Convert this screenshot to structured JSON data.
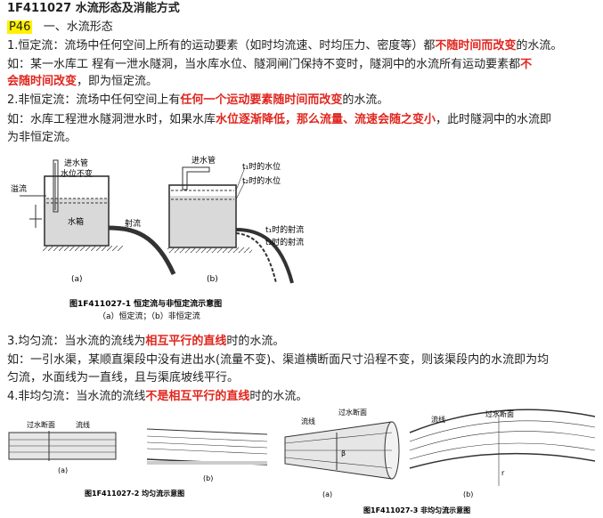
{
  "doc": {
    "title": "1F411027 水流形态及消能方式",
    "page_ref": "P46",
    "section": "一、水流形态",
    "p1_a": "1.恒定流：流场中任何空间上所有的运动要素（如时均流速、时均压力、密度等）都",
    "p1_red": "不随时间而改变",
    "p1_b": "的水流。",
    "p2_a": "如：某一水库工 程有一泄水隧洞，当水库水位、隧洞闸门保持不变时，隧洞中的水流所有运动要素都",
    "p2_red1": "不",
    "p2_red2": "会随时间改变",
    "p2_b": "，即为恒定流。",
    "p3_a": "2.非恒定流：流场中任何空间上有",
    "p3_red": "任何一个运动要素随时间而改变",
    "p3_b": "的水流。",
    "p4_a": "如：水库工程泄水隧洞泄水时，如果水库",
    "p4_red": "水位逐渐降低，那么流量、流速会随之变小",
    "p4_b": "，此时隧洞中的水流即",
    "p4_c": "为非恒定流。",
    "p5_a": "3.均匀流：当水流的流线为",
    "p5_red": "相互平行的直线",
    "p5_b": "时的水流。",
    "p6_a": "如：一引水渠，某顺直渠段中没有进出水(流量不变)、渠道横断面尺寸沿程不变，则该渠段内的水流即为均",
    "p6_b": "匀流，水面线为一直线，且与渠底坡线平行。",
    "p7_a": "4.非均匀流：当水流的流线",
    "p7_red": "不是相互平行的直线",
    "p7_b": "时的水流。"
  },
  "fig1": {
    "a": {
      "inlet": "进水管",
      "level": "水位不变",
      "overflow": "溢流",
      "tank": "水箱",
      "jet": "射流",
      "label": "(a)"
    },
    "b": {
      "inlet": "进水管",
      "t1_level": "t₁时的水位",
      "t2_level": "t₂时的水位",
      "t1_jet": "t₁时的射流",
      "t2_jet": "t₂时的射流",
      "label": "(b)"
    },
    "caption1": "图1F411027-1  恒定流与非恒定流示意图",
    "caption2": "（a）恒定流；（b）非恒定流"
  },
  "fig2": {
    "a_section": "过水断面",
    "a_stream": "流线",
    "a_label": "(a)",
    "b_label": "(b)",
    "caption": "图1F411027-2  均匀流示意图"
  },
  "fig3": {
    "a_stream": "流线",
    "a_section": "过水断面",
    "a_beta": "β",
    "a_label": "(a)",
    "b_stream": "流线",
    "b_section": "过水断面",
    "b_r": "r",
    "b_label": "(b)",
    "caption": "图1F411027-3  非均匀流示意图"
  },
  "colors": {
    "red": "#e0261e",
    "highlight": "#fff100",
    "text": "#222222"
  }
}
